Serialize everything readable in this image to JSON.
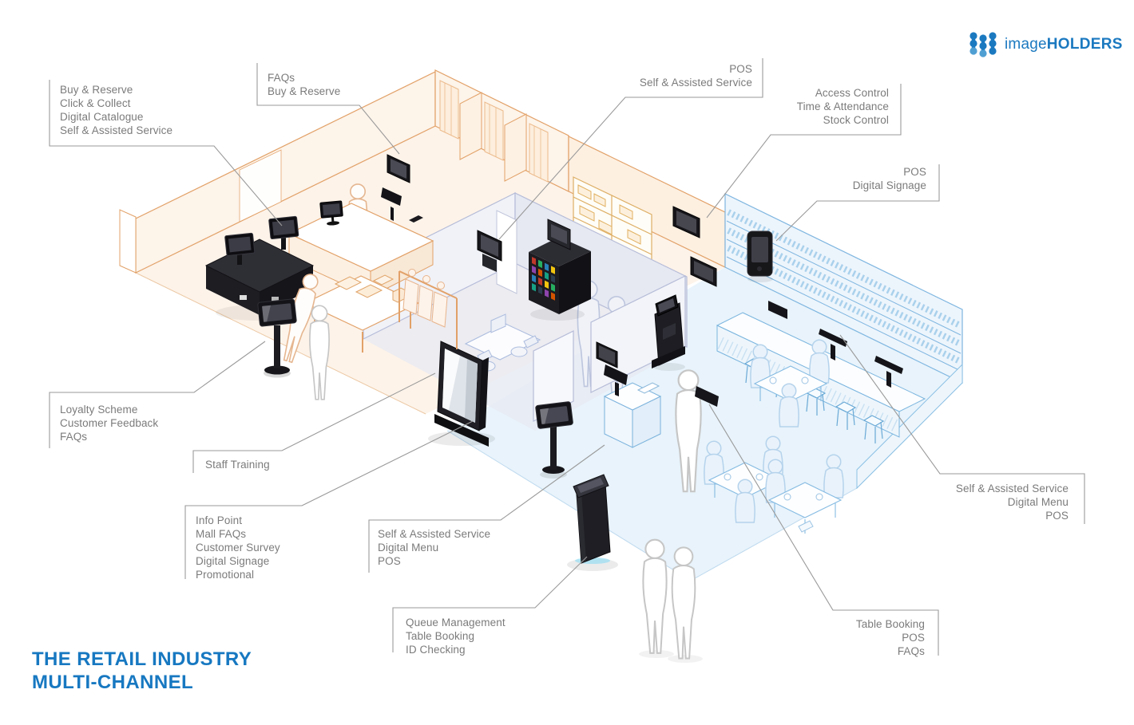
{
  "logo": {
    "brand_light": "image",
    "brand_bold": "HOLDERS"
  },
  "title": {
    "line1": "THE RETAIL INDUSTRY",
    "line2": "MULTI-CHANNEL"
  },
  "callouts": [
    {
      "id": "buy-reserve",
      "align": "left",
      "lines": [
        "Buy & Reserve",
        "Click & Collect",
        "Digital Catalogue",
        "Self & Assisted Service"
      ]
    },
    {
      "id": "faqs-buy-reserve",
      "align": "left",
      "lines": [
        "FAQs",
        "Buy & Reserve"
      ]
    },
    {
      "id": "pos-self-assisted",
      "align": "right",
      "lines": [
        "POS",
        "Self & Assisted Service"
      ]
    },
    {
      "id": "access-control",
      "align": "right",
      "lines": [
        "Access Control",
        "Time & Attendance",
        "Stock Control"
      ]
    },
    {
      "id": "pos-digital-signage",
      "align": "right",
      "lines": [
        "POS",
        "Digital Signage"
      ]
    },
    {
      "id": "loyalty",
      "align": "left",
      "lines": [
        "Loyalty Scheme",
        "Customer Feedback",
        "FAQs"
      ]
    },
    {
      "id": "staff-training",
      "align": "left",
      "lines": [
        "Staff Training"
      ]
    },
    {
      "id": "info-point",
      "align": "left",
      "lines": [
        "Info Point",
        "Mall FAQs",
        "Customer Survey",
        "Digital Signage",
        "Promotional"
      ]
    },
    {
      "id": "self-assisted-menu-left",
      "align": "left",
      "lines": [
        "Self & Assisted Service",
        "Digital Menu",
        "POS"
      ]
    },
    {
      "id": "queue-management",
      "align": "left",
      "lines": [
        "Queue Management",
        "Table Booking",
        "ID Checking"
      ]
    },
    {
      "id": "self-assisted-menu-right",
      "align": "right",
      "lines": [
        "Self & Assisted Service",
        "Digital Menu",
        "POS"
      ]
    },
    {
      "id": "table-booking",
      "align": "right",
      "lines": [
        "Table Booking",
        "POS",
        "FAQs"
      ]
    }
  ],
  "colors": {
    "accent-blue": "#1778c1",
    "logo-blue": "#1b79c0",
    "label-gray": "#7b7b7b",
    "line-gray": "#9a9a9a",
    "orange-line": "#e2a168",
    "blue-line": "#7fb6e0",
    "device-black": "#1d1d22"
  }
}
